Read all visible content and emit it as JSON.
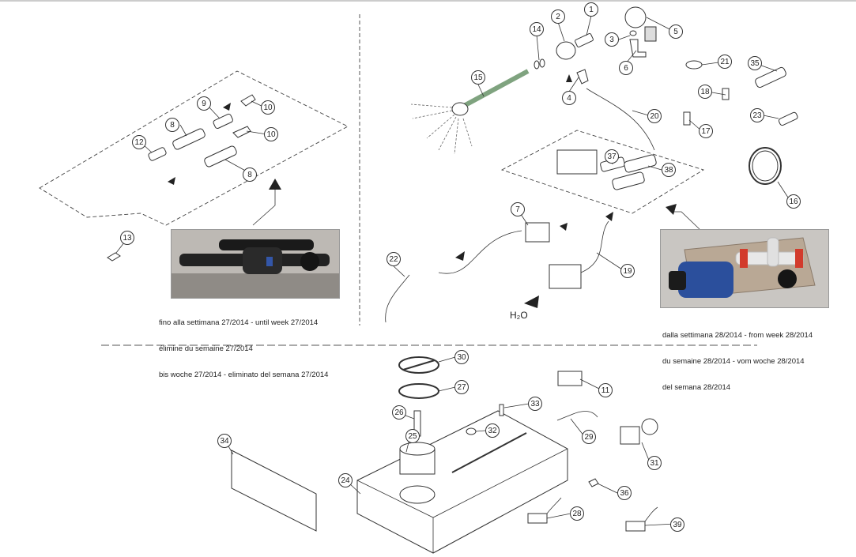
{
  "captions": {
    "until": [
      "fino alla settimana 27/2014 - until week 27/2014",
      "élimine du semaine 27/2014",
      "bis woche 27/2014 - eliminato del semana 27/2014"
    ],
    "from": [
      "dalla settimana 28/2014 - from week 28/2014",
      "du semaine 28/2014 - vom woche 28/2014",
      "del semana 28/2014"
    ]
  },
  "h2o_label": "H₂O",
  "callouts": [
    {
      "id": "c1",
      "label": "1"
    },
    {
      "id": "c2",
      "label": "2"
    },
    {
      "id": "c3",
      "label": "3"
    },
    {
      "id": "c4",
      "label": "4"
    },
    {
      "id": "c5",
      "label": "5"
    },
    {
      "id": "c6",
      "label": "6"
    },
    {
      "id": "c7",
      "label": "7"
    },
    {
      "id": "c8a",
      "label": "8"
    },
    {
      "id": "c8b",
      "label": "8"
    },
    {
      "id": "c9",
      "label": "9"
    },
    {
      "id": "c10a",
      "label": "10"
    },
    {
      "id": "c10b",
      "label": "10"
    },
    {
      "id": "c11",
      "label": "11"
    },
    {
      "id": "c12",
      "label": "12"
    },
    {
      "id": "c13",
      "label": "13"
    },
    {
      "id": "c14",
      "label": "14"
    },
    {
      "id": "c15",
      "label": "15"
    },
    {
      "id": "c16",
      "label": "16"
    },
    {
      "id": "c17",
      "label": "17"
    },
    {
      "id": "c18",
      "label": "18"
    },
    {
      "id": "c19",
      "label": "19"
    },
    {
      "id": "c20",
      "label": "20"
    },
    {
      "id": "c21",
      "label": "21"
    },
    {
      "id": "c22",
      "label": "22"
    },
    {
      "id": "c23",
      "label": "23"
    },
    {
      "id": "c24",
      "label": "24"
    },
    {
      "id": "c25",
      "label": "25"
    },
    {
      "id": "c26",
      "label": "26"
    },
    {
      "id": "c27",
      "label": "27"
    },
    {
      "id": "c28",
      "label": "28"
    },
    {
      "id": "c29",
      "label": "29"
    },
    {
      "id": "c30",
      "label": "30"
    },
    {
      "id": "c31",
      "label": "31"
    },
    {
      "id": "c32",
      "label": "32"
    },
    {
      "id": "c33",
      "label": "33"
    },
    {
      "id": "c34",
      "label": "34"
    },
    {
      "id": "c35",
      "label": "35"
    },
    {
      "id": "c36",
      "label": "36"
    },
    {
      "id": "c37",
      "label": "37"
    },
    {
      "id": "c38",
      "label": "38"
    },
    {
      "id": "c39",
      "label": "39"
    }
  ],
  "colors": {
    "pump_blue": "#2b4f9c",
    "wand_green": "#7fa37f",
    "photo_bg": "#c9c6c2",
    "fitting_red": "#d23b2c"
  }
}
